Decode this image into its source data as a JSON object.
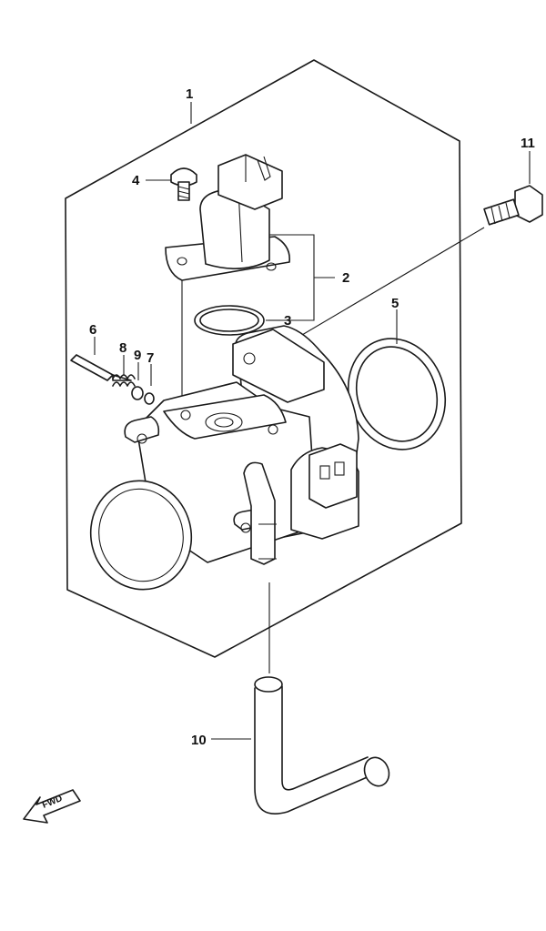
{
  "callouts": {
    "c1": "1",
    "c2": "2",
    "c3": "3",
    "c4": "4",
    "c5": "5",
    "c6": "6",
    "c7": "7",
    "c8": "8",
    "c9": "9",
    "c10": "10",
    "c11": "11"
  },
  "fwd_marker": "FWD"
}
